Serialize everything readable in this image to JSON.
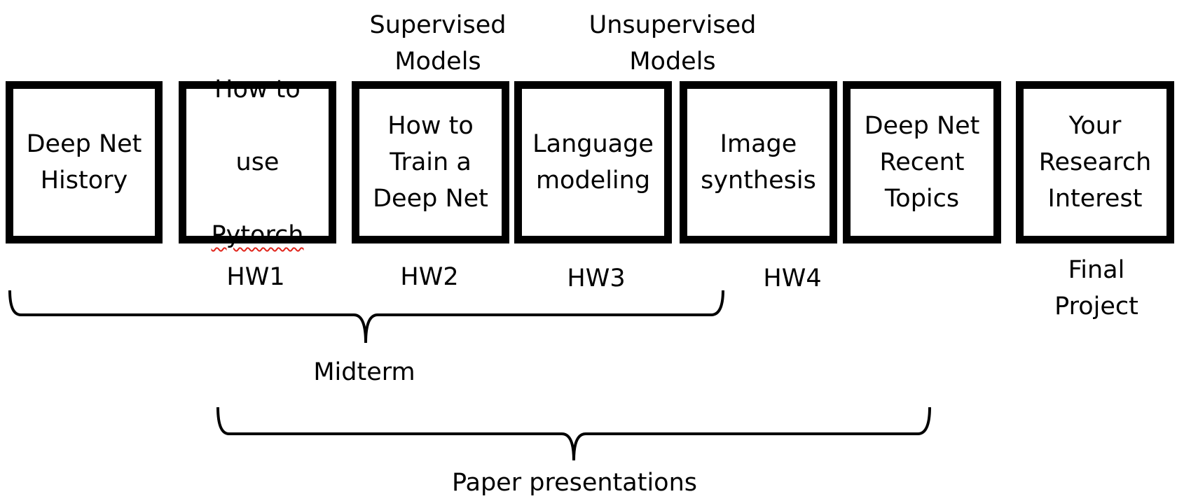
{
  "boxes": [
    {
      "lines": "Deep Net\nHistory"
    },
    {
      "line1": "How to",
      "line2": "use",
      "line3": "Pytorch"
    },
    {
      "lines": "How to\nTrain a\nDeep Net"
    },
    {
      "lines": "Language\nmodeling"
    },
    {
      "lines": "Image\nsynthesis"
    },
    {
      "lines": "Deep Net\nRecent\nTopics"
    },
    {
      "lines": "Your\nResearch\nInterest"
    }
  ],
  "top_labels": {
    "supervised": "Supervised\nModels",
    "unsupervised": "Unsupervised\nModels"
  },
  "homework": [
    "HW1",
    "HW2",
    "HW3",
    "HW4"
  ],
  "final_project": "Final\nProject",
  "midterm": "Midterm",
  "paper_presentations": "Paper presentations"
}
